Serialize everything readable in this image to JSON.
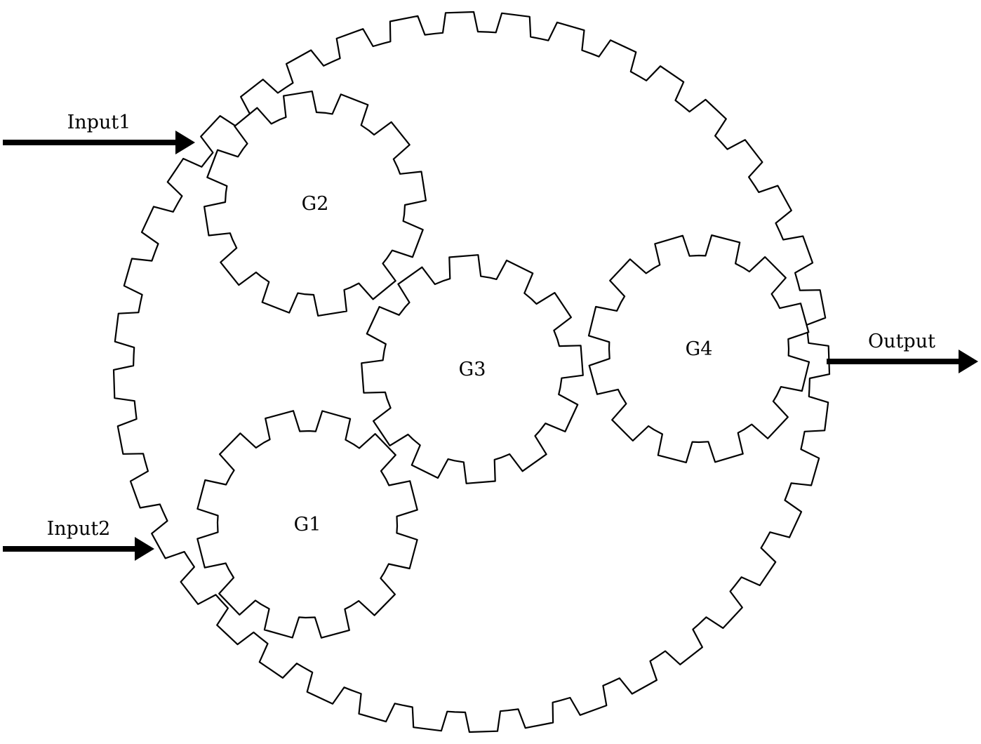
{
  "diagram": {
    "title": "",
    "gears": [
      {
        "id": "ring",
        "label": ""
      },
      {
        "id": "g2",
        "label": "G2"
      },
      {
        "id": "g1",
        "label": "G1"
      },
      {
        "id": "g3",
        "label": "G3"
      },
      {
        "id": "g4",
        "label": "G4"
      }
    ],
    "arrows": {
      "input1": "Input1",
      "input2": "Input2",
      "output": "Output"
    }
  }
}
